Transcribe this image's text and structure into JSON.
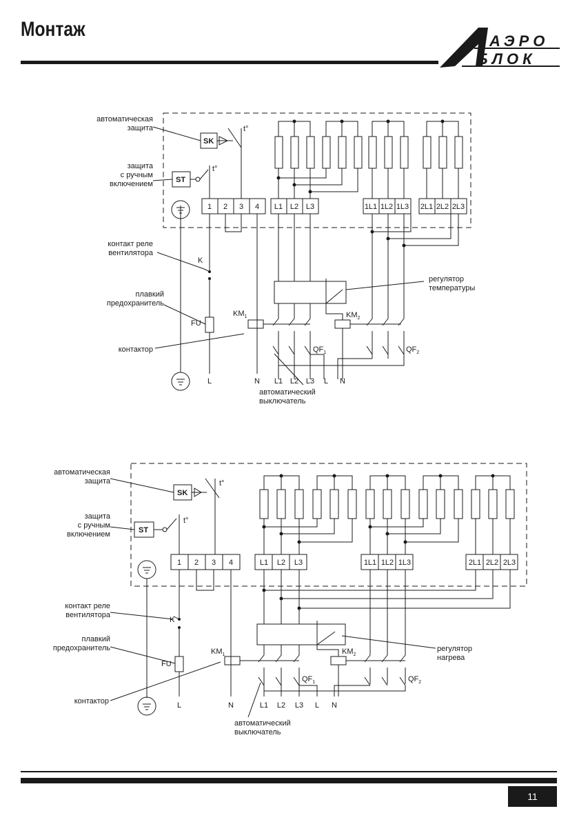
{
  "header": {
    "title": "Монтаж",
    "logo_line1": "АЭРО",
    "logo_line2": "БЛОК"
  },
  "diagram1": {
    "labels": {
      "auto_protection": [
        "автоматическая",
        "защита"
      ],
      "manual_protection": [
        "защита",
        "с ручным",
        "включением"
      ],
      "fan_relay": [
        "контакт реле",
        "вентилятора"
      ],
      "fuse": [
        "плавкий",
        "предохранитель"
      ],
      "contactor": "контактор",
      "regulator": [
        "регулятор",
        "температуры"
      ],
      "breaker": [
        "автоматический",
        "выключатель"
      ]
    },
    "components": {
      "sk": "SK",
      "st": "ST",
      "temp": "t°",
      "k": "K",
      "fu": "FU",
      "km1": "KM",
      "km1_sub": "1",
      "km2": "KM",
      "km2_sub": "2",
      "qf1": "QF",
      "qf1_sub": "1",
      "qf2": "QF",
      "qf2_sub": "2"
    },
    "terminals": [
      "1",
      "2",
      "3",
      "4",
      "L1",
      "L2",
      "L3",
      "1L1",
      "1L2",
      "1L3",
      "2L1",
      "2L2",
      "2L3"
    ],
    "bottom": [
      "L",
      "N",
      "L1",
      "L2",
      "L3",
      "L",
      "N"
    ]
  },
  "diagram2": {
    "labels": {
      "auto_protection": [
        "автоматическая",
        "защита"
      ],
      "manual_protection": [
        "защита",
        "с ручным",
        "включением"
      ],
      "fan_relay": [
        "контакт реле",
        "вентилятора"
      ],
      "fuse": [
        "плавкий",
        "предохранитель"
      ],
      "contactor": "контактор",
      "regulator": [
        "регулятор",
        "нагрева"
      ],
      "breaker": [
        "автоматический",
        "выключатель"
      ]
    },
    "components": {
      "sk": "SK",
      "st": "ST",
      "temp": "t°",
      "k": "K",
      "fu": "FU",
      "km1": "KM",
      "km1_sub": "1",
      "km2": "KM",
      "km2_sub": "2",
      "qf1": "QF",
      "qf1_sub": "1",
      "qf2": "QF",
      "qf2_sub": "2"
    },
    "terminals": [
      "1",
      "2",
      "3",
      "4",
      "L1",
      "L2",
      "L3",
      "1L1",
      "1L2",
      "1L3",
      "2L1",
      "2L2",
      "2L3"
    ],
    "bottom": [
      "L",
      "N",
      "L1",
      "L2",
      "L3",
      "L",
      "N"
    ]
  },
  "footer": {
    "page_number": "11"
  }
}
